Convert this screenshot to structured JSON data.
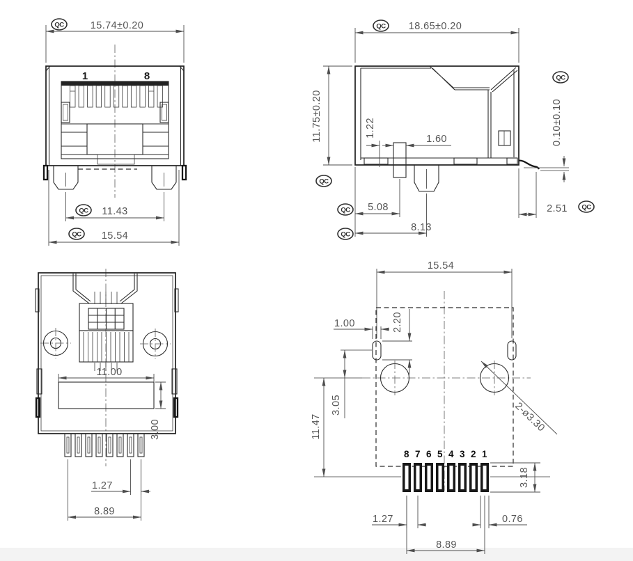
{
  "qc": "QC",
  "front_view": {
    "pin1": "1",
    "pin8": "8",
    "dim_width_top": "15.74±0.20",
    "dim_post_pitch": "11.43",
    "dim_width_bottom": "15.54"
  },
  "side_view": {
    "dim_depth": "18.65±0.20",
    "dim_height": "11.75±0.20",
    "dim_peg_offset": "1.22",
    "dim_peg_width": "1.60",
    "dim_peg_center": "5.08",
    "dim_post_center": "8.13",
    "dim_tail": "2.51",
    "dim_coplanarity": "0.10±0.10"
  },
  "top_view": {
    "dim_window_width": "11.00",
    "dim_window_height": "3.00",
    "dim_pin_pitch": "1.27",
    "dim_pin_span": "8.89"
  },
  "pcb_view": {
    "dim_slot_span": "15.54",
    "dim_slot_width": "1.00",
    "dim_slot_length": "2.20",
    "dim_slot_to_hole": "3.05",
    "dim_hole_to_pads": "11.47",
    "dim_holes": "2-ø3.30",
    "dim_pad_length": "3.18",
    "dim_pad_pitch": "1.27",
    "dim_pad_width": "0.76",
    "dim_pad_span": "8.89",
    "pad_labels": [
      "8",
      "7",
      "6",
      "5",
      "4",
      "3",
      "2",
      "1"
    ]
  }
}
